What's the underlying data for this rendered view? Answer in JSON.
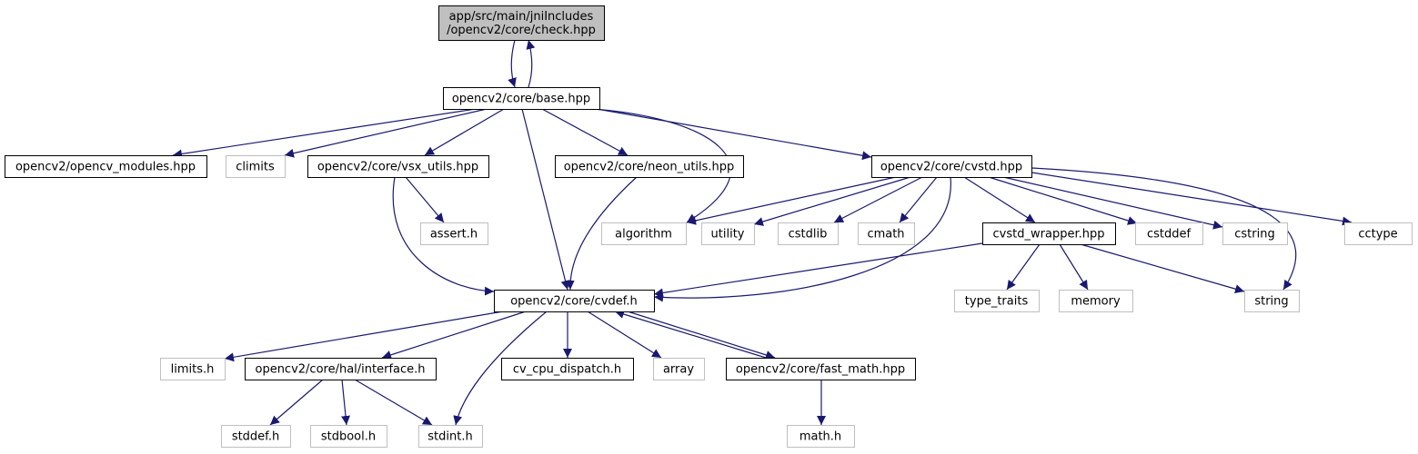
{
  "colors": {
    "edge": "#191970",
    "node_border": "#000000",
    "external_border": "#bfbfbf",
    "root_fill": "#bfbfbf",
    "fill": "#ffffff"
  },
  "nodes": [
    {
      "id": "check",
      "lines": [
        "app/src/main/jniIncludes",
        "/opencv2/core/check.hpp"
      ],
      "kind": "root"
    },
    {
      "id": "base",
      "lines": [
        "opencv2/core/base.hpp"
      ],
      "kind": "header"
    },
    {
      "id": "opencv_modules",
      "lines": [
        "opencv2/opencv_modules.hpp"
      ],
      "kind": "header"
    },
    {
      "id": "climits",
      "lines": [
        "climits"
      ],
      "kind": "external"
    },
    {
      "id": "vsx_utils",
      "lines": [
        "opencv2/core/vsx_utils.hpp"
      ],
      "kind": "header"
    },
    {
      "id": "neon_utils",
      "lines": [
        "opencv2/core/neon_utils.hpp"
      ],
      "kind": "header"
    },
    {
      "id": "cvstd",
      "lines": [
        "opencv2/core/cvstd.hpp"
      ],
      "kind": "header"
    },
    {
      "id": "assert",
      "lines": [
        "assert.h"
      ],
      "kind": "external"
    },
    {
      "id": "algorithm",
      "lines": [
        "algorithm"
      ],
      "kind": "external"
    },
    {
      "id": "utility",
      "lines": [
        "utility"
      ],
      "kind": "external"
    },
    {
      "id": "cstdlib",
      "lines": [
        "cstdlib"
      ],
      "kind": "external"
    },
    {
      "id": "cmath",
      "lines": [
        "cmath"
      ],
      "kind": "external"
    },
    {
      "id": "cvstd_wrapper",
      "lines": [
        "cvstd_wrapper.hpp"
      ],
      "kind": "header"
    },
    {
      "id": "cstddef",
      "lines": [
        "cstddef"
      ],
      "kind": "external"
    },
    {
      "id": "cstring",
      "lines": [
        "cstring"
      ],
      "kind": "external"
    },
    {
      "id": "cctype",
      "lines": [
        "cctype"
      ],
      "kind": "external"
    },
    {
      "id": "cvdef",
      "lines": [
        "opencv2/core/cvdef.h"
      ],
      "kind": "header"
    },
    {
      "id": "type_traits",
      "lines": [
        "type_traits"
      ],
      "kind": "external"
    },
    {
      "id": "memory",
      "lines": [
        "memory"
      ],
      "kind": "external"
    },
    {
      "id": "string",
      "lines": [
        "string"
      ],
      "kind": "external"
    },
    {
      "id": "limits",
      "lines": [
        "limits.h"
      ],
      "kind": "external"
    },
    {
      "id": "interface",
      "lines": [
        "opencv2/core/hal/interface.h"
      ],
      "kind": "header"
    },
    {
      "id": "cv_cpu_dispatch",
      "lines": [
        "cv_cpu_dispatch.h"
      ],
      "kind": "header"
    },
    {
      "id": "array",
      "lines": [
        "array"
      ],
      "kind": "external"
    },
    {
      "id": "fast_math",
      "lines": [
        "opencv2/core/fast_math.hpp"
      ],
      "kind": "header"
    },
    {
      "id": "math",
      "lines": [
        "math.h"
      ],
      "kind": "external"
    },
    {
      "id": "stddef",
      "lines": [
        "stddef.h"
      ],
      "kind": "external"
    },
    {
      "id": "stdbool",
      "lines": [
        "stdbool.h"
      ],
      "kind": "external"
    },
    {
      "id": "stdint",
      "lines": [
        "stdint.h"
      ],
      "kind": "external"
    }
  ],
  "edges": [
    {
      "from": "check",
      "to": "base"
    },
    {
      "from": "base",
      "to": "check"
    },
    {
      "from": "base",
      "to": "opencv_modules"
    },
    {
      "from": "base",
      "to": "climits"
    },
    {
      "from": "base",
      "to": "vsx_utils"
    },
    {
      "from": "base",
      "to": "neon_utils"
    },
    {
      "from": "base",
      "to": "cvstd"
    },
    {
      "from": "base",
      "to": "cvdef"
    },
    {
      "from": "base",
      "to": "algorithm"
    },
    {
      "from": "vsx_utils",
      "to": "assert"
    },
    {
      "from": "vsx_utils",
      "to": "cvdef"
    },
    {
      "from": "neon_utils",
      "to": "cvdef"
    },
    {
      "from": "cvstd",
      "to": "algorithm"
    },
    {
      "from": "cvstd",
      "to": "utility"
    },
    {
      "from": "cvstd",
      "to": "cstdlib"
    },
    {
      "from": "cvstd",
      "to": "cmath"
    },
    {
      "from": "cvstd",
      "to": "cvstd_wrapper"
    },
    {
      "from": "cvstd",
      "to": "cstddef"
    },
    {
      "from": "cvstd",
      "to": "cstring"
    },
    {
      "from": "cvstd",
      "to": "cctype"
    },
    {
      "from": "cvstd",
      "to": "string"
    },
    {
      "from": "cvstd",
      "to": "cvdef"
    },
    {
      "from": "cvstd_wrapper",
      "to": "cvdef"
    },
    {
      "from": "cvstd_wrapper",
      "to": "type_traits"
    },
    {
      "from": "cvstd_wrapper",
      "to": "memory"
    },
    {
      "from": "cvstd_wrapper",
      "to": "string"
    },
    {
      "from": "cvdef",
      "to": "limits"
    },
    {
      "from": "cvdef",
      "to": "interface"
    },
    {
      "from": "cvdef",
      "to": "stdint"
    },
    {
      "from": "cvdef",
      "to": "cv_cpu_dispatch"
    },
    {
      "from": "cvdef",
      "to": "array"
    },
    {
      "from": "cvdef",
      "to": "fast_math"
    },
    {
      "from": "fast_math",
      "to": "cvdef"
    },
    {
      "from": "fast_math",
      "to": "math"
    },
    {
      "from": "interface",
      "to": "stddef"
    },
    {
      "from": "interface",
      "to": "stdbool"
    },
    {
      "from": "interface",
      "to": "stdint"
    }
  ]
}
